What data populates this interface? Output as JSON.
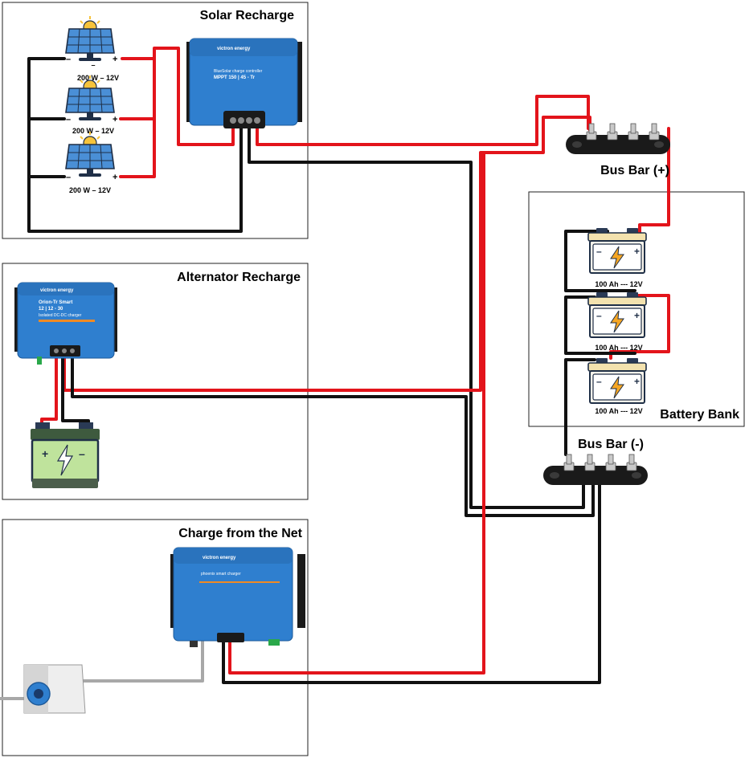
{
  "sections": {
    "solar": "Solar Recharge",
    "alternator": "Alternator Recharge",
    "net": "Charge from the Net",
    "battery_bank": "Battery Bank"
  },
  "bus_bars": {
    "positive": "Bus Bar (+)",
    "negative": "Bus Bar (-)"
  },
  "panels": [
    {
      "label": "200 W – 12V"
    },
    {
      "label": "200 W – 12V"
    },
    {
      "label": "200 W – 12V"
    }
  ],
  "batteries": [
    {
      "label": "100 Ah --- 12V"
    },
    {
      "label": "100 Ah --- 12V"
    },
    {
      "label": "100 Ah --- 12V"
    }
  ],
  "devices": {
    "mppt": {
      "brand": "victron energy",
      "line1": "BlueSolar charge controller",
      "line2": "MPPT 150 | 45 - Tr"
    },
    "orion": {
      "brand": "victron energy",
      "line1": "Orion-Tr Smart",
      "line2": "12 | 12 - 30",
      "line3": "Isolated DC-DC charger"
    },
    "phoenix": {
      "brand": "victron energy",
      "line1": "phoenix smart charger"
    }
  },
  "colors": {
    "positive_wire": "#e3141b",
    "negative_wire": "#111111",
    "ac_wire": "#a8a8a8",
    "victron_blue": "#2f7fcf",
    "battery_cream": "#f3e2ae",
    "battery_outline": "#1f2f47",
    "panel_blue": "#4a8fd6",
    "sun_yellow": "#f6c33b",
    "car_battery_green": "#bfe39c",
    "busbar_black": "#1a1a1a"
  },
  "symbols": {
    "plus": "+",
    "minus": "–"
  }
}
